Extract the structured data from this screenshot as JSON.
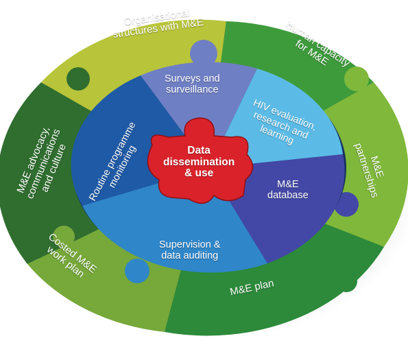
{
  "diagram": {
    "outer_ring": [
      {
        "id": "org",
        "lines": [
          "Organisational",
          "structures with M&E"
        ],
        "color": "#b8c43a"
      },
      {
        "id": "human",
        "lines": [
          "Human capacity",
          "for M&E"
        ],
        "color": "#3e9b3c"
      },
      {
        "id": "partner",
        "lines": [
          "M&E",
          "partnerships"
        ],
        "color": "#7fb83a"
      },
      {
        "id": "plan",
        "lines": [
          "M&E plan"
        ],
        "color": "#2c8a3a"
      },
      {
        "id": "costed",
        "lines": [
          "Costed M&E",
          "work plan"
        ],
        "color": "#76a83a"
      },
      {
        "id": "advocacy",
        "lines": [
          "M&E advocacy,",
          "communications",
          "and culture"
        ],
        "color": "#2f6e2f"
      }
    ],
    "inner_ring": [
      {
        "id": "surveys",
        "lines": [
          "Surveys and",
          "surveillance"
        ],
        "color": "#6f7fc4"
      },
      {
        "id": "hiv",
        "lines": [
          "HIV evaluation,",
          "research  and",
          "learning"
        ],
        "color": "#5bbbe6"
      },
      {
        "id": "db",
        "lines": [
          "M&E",
          "database"
        ],
        "color": "#4348a6"
      },
      {
        "id": "supervision",
        "lines": [
          "Supervision &",
          "data auditing"
        ],
        "color": "#2f86c9"
      },
      {
        "id": "routine",
        "lines": [
          "Routine programme",
          "monitoring"
        ],
        "color": "#1f5aa6"
      }
    ],
    "center": {
      "lines": [
        "Data",
        "dissemination",
        "& use"
      ],
      "color": "#d9222a"
    }
  }
}
